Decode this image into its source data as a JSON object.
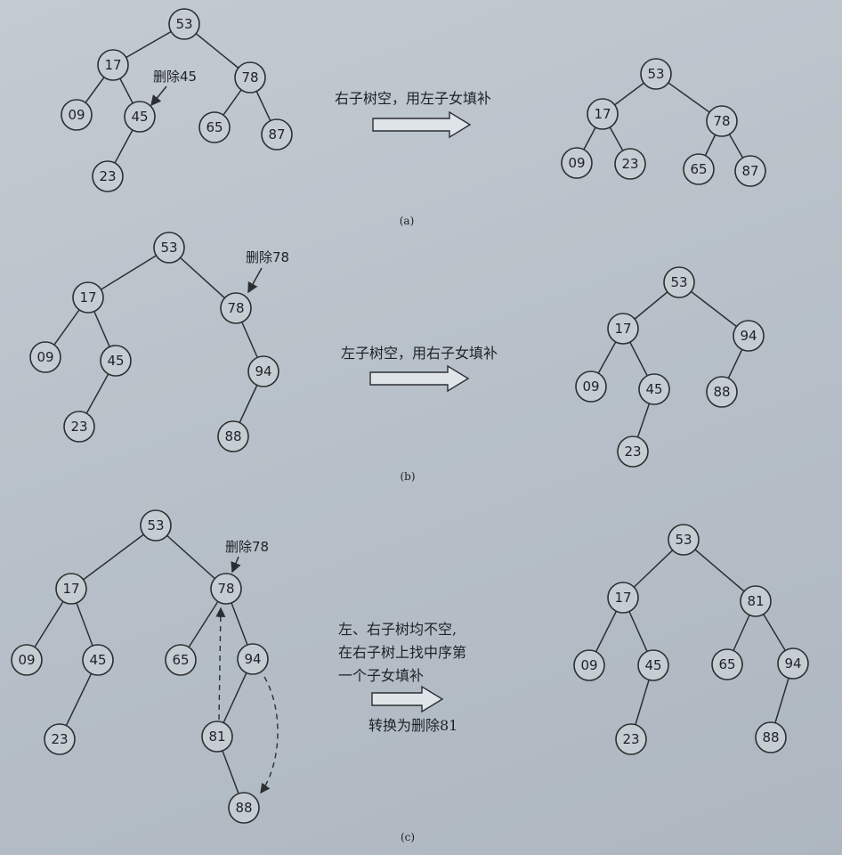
{
  "panels": [
    {
      "id": "a",
      "caption": "(a)",
      "delete_label": "删除45",
      "rule_lines": [
        "右子树空，用左子女填补"
      ],
      "before_nodes": [
        "53",
        "17",
        "78",
        "09",
        "45",
        "65",
        "87",
        "23"
      ],
      "after_nodes": [
        "53",
        "17",
        "78",
        "09",
        "23",
        "65",
        "87"
      ]
    },
    {
      "id": "b",
      "caption": "(b)",
      "delete_label": "删除78",
      "rule_lines": [
        "左子树空，用右子女填补"
      ],
      "before_nodes": [
        "53",
        "17",
        "78",
        "09",
        "45",
        "94",
        "23",
        "88"
      ],
      "after_nodes": [
        "53",
        "17",
        "94",
        "09",
        "45",
        "88",
        "23"
      ]
    },
    {
      "id": "c",
      "caption": "(c)",
      "delete_label": "删除78",
      "rule_lines": [
        "左、右子树均不空,",
        "在右子树上找中序第",
        "一个子女填补"
      ],
      "convert_label": "转换为删除81",
      "before_nodes": [
        "53",
        "17",
        "78",
        "09",
        "45",
        "65",
        "94",
        "23",
        "81",
        "88"
      ],
      "after_nodes": [
        "53",
        "17",
        "81",
        "09",
        "45",
        "65",
        "94",
        "23",
        "88"
      ]
    }
  ]
}
